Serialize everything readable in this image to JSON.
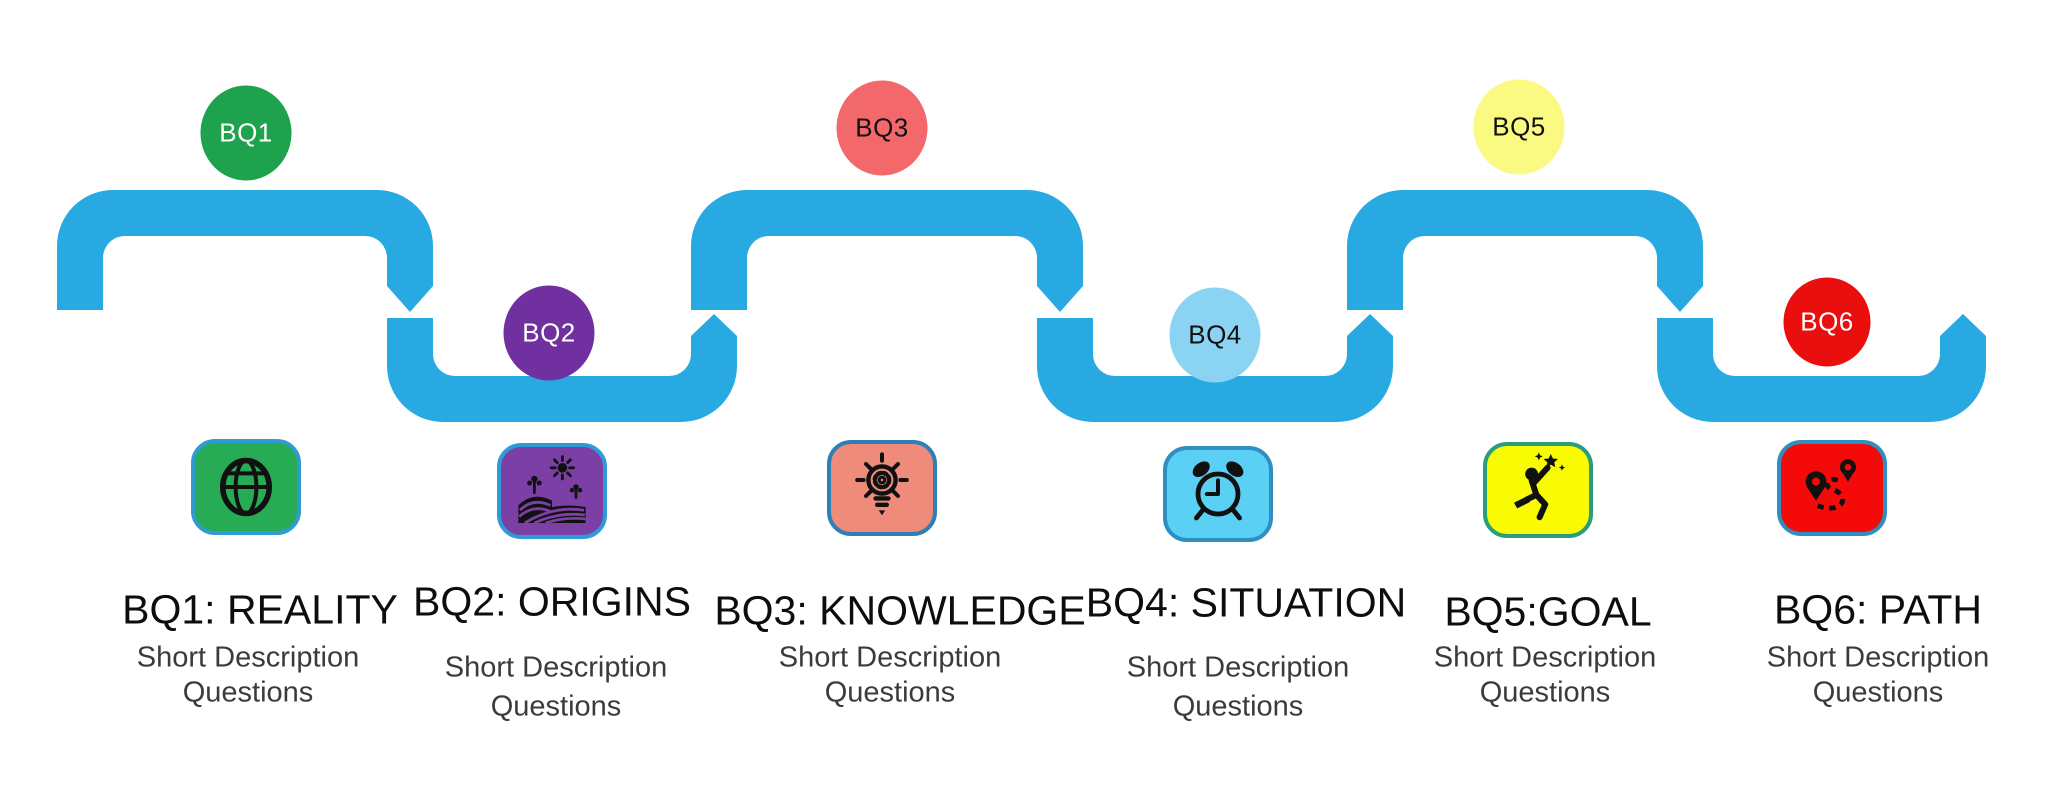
{
  "diagram": {
    "type": "serpentine-roadmap",
    "background_color": "#FFFFFF",
    "path_color": "#29A9E1",
    "label_color": "#0D0D0D",
    "description_color": "#3B3B3B"
  },
  "stations": [
    {
      "id": "BQ1",
      "label": "BQ1: REALITY",
      "description": [
        "Short Description",
        "Questions"
      ],
      "icon": "globe-icon",
      "position": "top",
      "colors": {
        "circle": "#1FA24D",
        "circle_text": "#FFFFFF",
        "box": "#27AC55",
        "box_border": "#2F9BD0"
      }
    },
    {
      "id": "BQ2",
      "label": "BQ2: ORIGINS",
      "description": [
        "Short Description",
        "Questions"
      ],
      "icon": "farm-field-icon",
      "position": "bottom",
      "colors": {
        "circle": "#7030A0",
        "circle_text": "#FFFFFF",
        "box": "#7B3FA5",
        "box_border": "#2E9BD6"
      }
    },
    {
      "id": "BQ3",
      "label": "BQ3: KNOWLEDGE",
      "description": [
        "Short Description",
        "Questions"
      ],
      "icon": "lightbulb-gear-icon",
      "position": "top",
      "colors": {
        "circle": "#F2686B",
        "circle_text": "#111111",
        "box": "#EF8B7B",
        "box_border": "#2E7FB5"
      }
    },
    {
      "id": "BQ4",
      "label": "BQ4: SITUATION",
      "description": [
        "Short Description",
        "Questions"
      ],
      "icon": "alarm-clock-icon",
      "position": "bottom",
      "colors": {
        "circle": "#8AD3F2",
        "circle_text": "#111111",
        "box": "#5BD0F5",
        "box_border": "#2E8FC0"
      }
    },
    {
      "id": "BQ5",
      "label": "BQ5:GOAL",
      "description": [
        "Short Description",
        "Questions"
      ],
      "icon": "reaching-star-icon",
      "position": "top",
      "colors": {
        "circle": "#FAF982",
        "circle_text": "#111111",
        "box": "#F8FB02",
        "box_border": "#2A9D7F"
      }
    },
    {
      "id": "BQ6",
      "label": "BQ6: PATH",
      "description": [
        "Short Description",
        "Questions"
      ],
      "icon": "route-map-icon",
      "position": "bottom",
      "colors": {
        "circle": "#EA0E0E",
        "circle_text": "#FFFFFF",
        "box": "#F50A0A",
        "box_border": "#2E8FC0"
      }
    }
  ]
}
